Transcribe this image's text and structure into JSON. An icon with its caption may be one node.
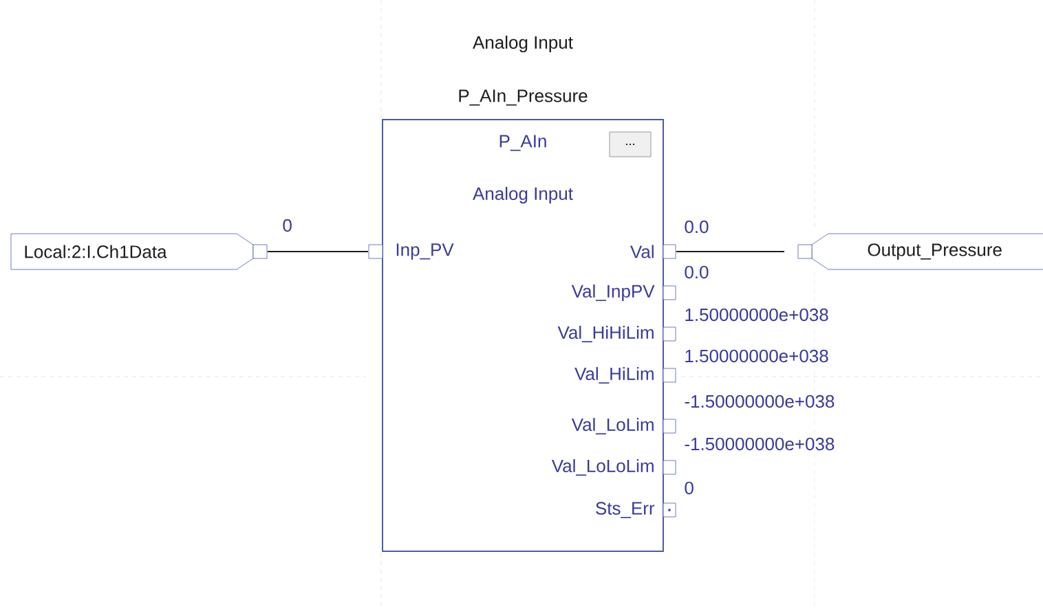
{
  "diagram": {
    "nodes": [
      {
        "text": [
          "Local:2:I.Ch1Data"
        ]
      },
      {
        "text": [
          "Analog Input",
          "P_AIn_Pressure",
          "P_AIn",
          "Analog Input"
        ]
      },
      {
        "text": [
          "Output_Pressure"
        ]
      }
    ],
    "edges": [
      {
        "from": 0,
        "to": 1,
        "arrow": "none",
        "label": "0"
      },
      {
        "from": 1,
        "to": 2,
        "arrow": "none",
        "label": "0.0"
      }
    ],
    "labels": [
      "...",
      "Inp_PV",
      "Val",
      "Val_InpPV",
      "Val_HiHiLim",
      "Val_HiLim",
      "Val_LoLim",
      "Val_LoLoLim",
      "Sts_Err",
      "0.0",
      "1.50000000e+038",
      "1.50000000e+038",
      "-1.50000000e+038",
      "-1.50000000e+038",
      "0"
    ]
  }
}
